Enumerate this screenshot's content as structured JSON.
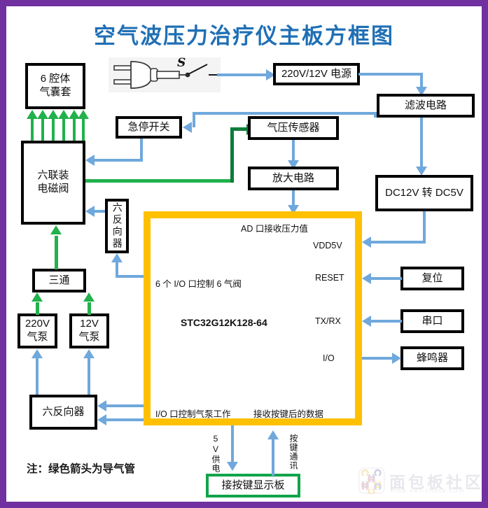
{
  "title": "空气波压力治疗仪主板方框图",
  "colors": {
    "frame_purple": "#7030A0",
    "title_blue": "#1F6FB5",
    "mcu_border_orange": "#FFC000",
    "arrow_blue": "#6FA8DC",
    "air_tube_green": "#22B14C",
    "display_board_green": "#0FA44A"
  },
  "boxes": {
    "airbag": "6 腔体\n气囊套",
    "airbag_line1": "6 腔体",
    "airbag_line2": "气囊套",
    "solenoid_line1": "六联装",
    "solenoid_line2": "电磁阀",
    "inverter_mid": "六反向器",
    "tee": "三通",
    "pump220": "220V",
    "pump220_line2": "气泵",
    "pump12": "12V",
    "pump12_line2": "气泵",
    "inverter_bottom": "六反向器",
    "emergency_switch": "急停开关",
    "power_supply": "220V/12V 电源",
    "filter_circuit": "滤波电路",
    "pressure_sensor": "气压传感器",
    "amplifier": "放大电路",
    "dc_converter": "DC12V 转 DC5V",
    "reset": "复位",
    "serial_port": "串口",
    "buzzer": "蜂鸣器",
    "display_board": "接按键显示板"
  },
  "mcu": {
    "chip": "STC32G12K128-64",
    "ad_port": "AD 口接收压力值",
    "io_valves": "6 个 I/O 口控制 6 气阀",
    "vdd5v": "VDD5V",
    "reset": "RESET",
    "txrx": "TX/RX",
    "io": "I/O",
    "io_pump": "I/O 口控制气泵工作",
    "key_data": "接收按键后的数据"
  },
  "labels": {
    "power_5v": "5V供电",
    "key_comm": "按键通讯",
    "switch_symbol": "S"
  },
  "note": "注：绿色箭头为导气管",
  "watermark": {
    "text": "面包板社区",
    "sub": "mbb.eet-china.com"
  }
}
